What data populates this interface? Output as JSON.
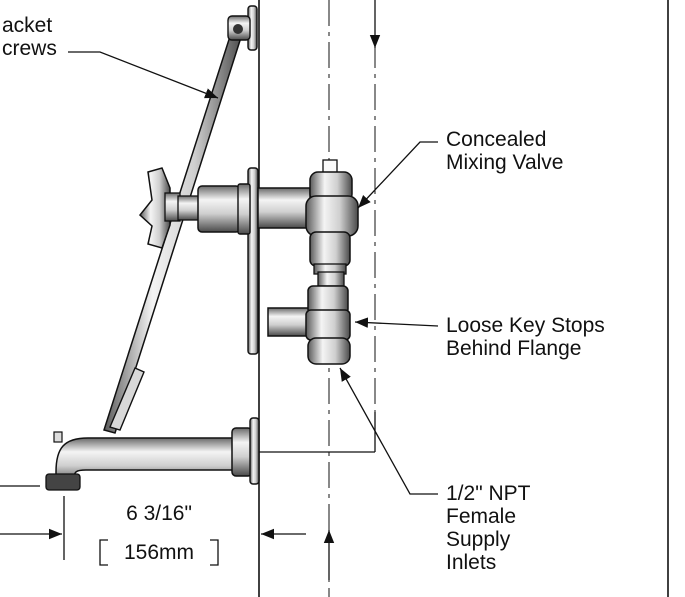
{
  "callouts": {
    "bracket_screws": [
      "acket",
      "crews"
    ],
    "mixing_valve": [
      "Concealed",
      "Mixing Valve"
    ],
    "key_stops": [
      "Loose Key Stops",
      "Behind Flange"
    ],
    "supply_inlets": [
      "1/2\" NPT",
      "Female",
      "Supply",
      "Inlets"
    ]
  },
  "dimension": {
    "imperial": "6 3/16\"",
    "metric": "156mm"
  },
  "colors": {
    "line": "#111111",
    "metal_light": "#f2f2f2",
    "metal_mid": "#bdbdbd",
    "metal_dark": "#555555"
  }
}
